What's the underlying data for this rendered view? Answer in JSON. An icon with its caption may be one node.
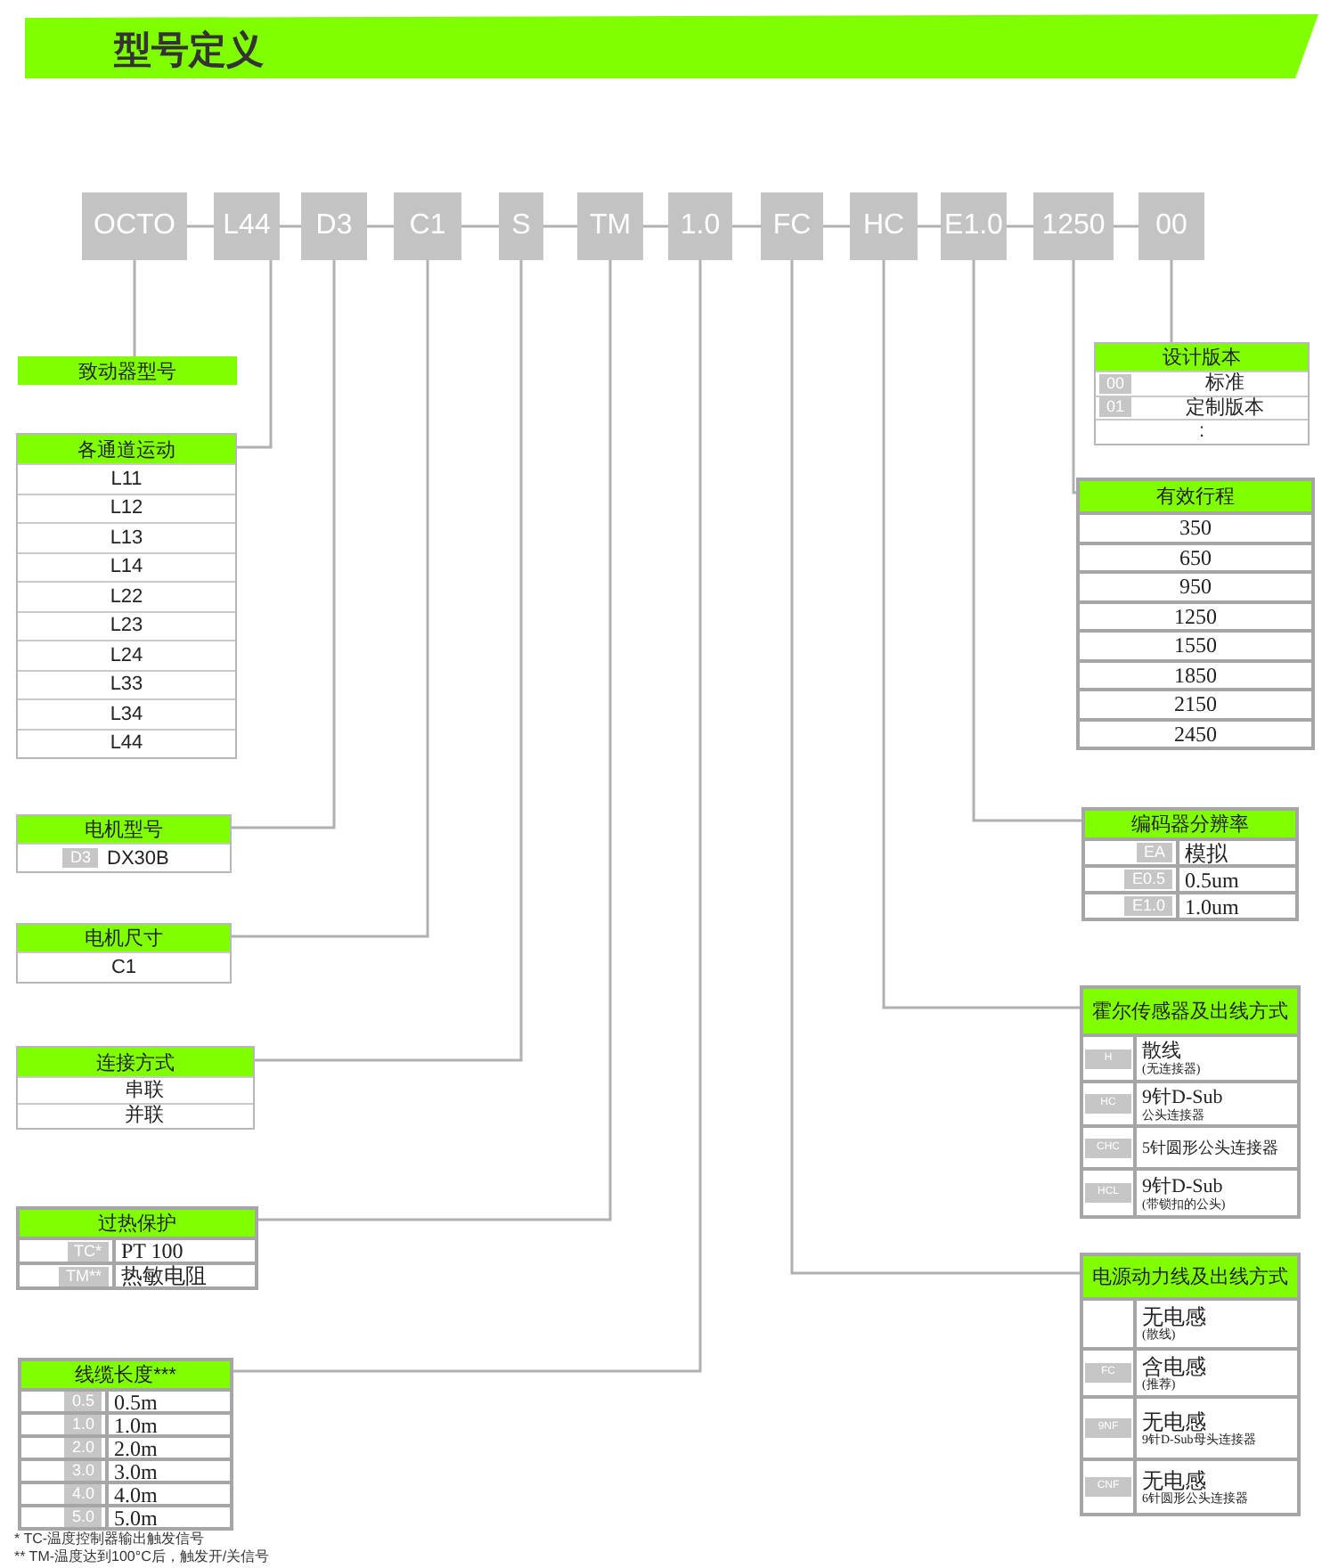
{
  "diagram": {
    "title": "型号定义",
    "nodes": [
      {
        "text": [
          "OCTO"
        ]
      },
      {
        "text": [
          "L44"
        ]
      },
      {
        "text": [
          "D3"
        ]
      },
      {
        "text": [
          "C1"
        ]
      },
      {
        "text": [
          "S"
        ]
      },
      {
        "text": [
          "TM"
        ]
      },
      {
        "text": [
          "1.0"
        ]
      },
      {
        "text": [
          "FC"
        ]
      },
      {
        "text": [
          "HC"
        ]
      },
      {
        "text": [
          "E1.0"
        ]
      },
      {
        "text": [
          "1250"
        ]
      },
      {
        "text": [
          "00"
        ]
      },
      {
        "text": [
          "致动器型号"
        ]
      },
      {
        "text": [
          "各通道运动",
          "L11",
          "L12",
          "L13",
          "L14",
          "L22",
          "L23",
          "L24",
          "L33",
          "L34",
          "L44"
        ]
      },
      {
        "text": [
          "电机型号",
          "D3",
          "DX30B"
        ]
      },
      {
        "text": [
          "电机尺寸",
          "C1"
        ]
      },
      {
        "text": [
          "连接方式",
          "串联",
          "并联"
        ]
      },
      {
        "text": [
          "过热保护",
          "TC*",
          "PT 100",
          "TM**",
          "热敏电阻"
        ]
      },
      {
        "text": [
          "线缆长度***",
          "0.5",
          "0.5m",
          "1.0",
          "1.0m",
          "2.0",
          "2.0m",
          "3.0",
          "3.0m",
          "4.0",
          "4.0m",
          "5.0",
          "5.0m"
        ]
      },
      {
        "text": [
          "设计版本",
          "00",
          "标准",
          "01",
          "定制版本",
          ":"
        ]
      },
      {
        "text": [
          "有效行程",
          "350",
          "650",
          "950",
          "1250",
          "1550",
          "1850",
          "2150",
          "2450"
        ]
      },
      {
        "text": [
          "编码器分辨率",
          "EA",
          "模拟",
          "E0.5",
          "0.5um",
          "E1.0",
          "1.0um"
        ]
      },
      {
        "text": [
          "霍尔传感器及出线方式",
          "H",
          "散线",
          "(无连接器)",
          "HC",
          "9针D-Sub",
          "公头连接器",
          "CHC",
          "5针圆形公头连接器",
          "HCL",
          "9针D-Sub",
          "(带锁扣的公头)"
        ]
      },
      {
        "text": [
          "电源动力线及出线方式",
          "无电感",
          "(散线)",
          "FC",
          "含电感",
          "(推荐)",
          "9NF",
          "无电感",
          "9针D-Sub母头连接器",
          "CNF",
          "无电感",
          "6针圆形公头连接器"
        ]
      }
    ],
    "edges": [
      {
        "from": 0,
        "to": 12,
        "arrow": "none"
      },
      {
        "from": 1,
        "to": 13,
        "arrow": "none"
      },
      {
        "from": 2,
        "to": 14,
        "arrow": "none"
      },
      {
        "from": 3,
        "to": 15,
        "arrow": "none"
      },
      {
        "from": 4,
        "to": 16,
        "arrow": "none"
      },
      {
        "from": 5,
        "to": 17,
        "arrow": "none"
      },
      {
        "from": 6,
        "to": 18,
        "arrow": "none"
      },
      {
        "from": 7,
        "to": 23,
        "arrow": "none"
      },
      {
        "from": 8,
        "to": 22,
        "arrow": "none"
      },
      {
        "from": 9,
        "to": 21,
        "arrow": "none"
      },
      {
        "from": 10,
        "to": 20,
        "arrow": "none"
      },
      {
        "from": 11,
        "to": 19,
        "arrow": "none"
      },
      {
        "from": 0,
        "to": 1,
        "arrow": "none"
      },
      {
        "from": 1,
        "to": 2,
        "arrow": "none"
      },
      {
        "from": 2,
        "to": 3,
        "arrow": "none"
      },
      {
        "from": 3,
        "to": 4,
        "arrow": "none"
      },
      {
        "from": 4,
        "to": 5,
        "arrow": "none"
      },
      {
        "from": 5,
        "to": 6,
        "arrow": "none"
      },
      {
        "from": 6,
        "to": 7,
        "arrow": "none"
      },
      {
        "from": 7,
        "to": 8,
        "arrow": "none"
      },
      {
        "from": 8,
        "to": 9,
        "arrow": "none"
      },
      {
        "from": 9,
        "to": 10,
        "arrow": "none"
      },
      {
        "from": 10,
        "to": 11,
        "arrow": "none"
      }
    ],
    "labels": [
      "* TC-温度控制器输出触发信号",
      "** TM-温度达到100°C后，触发开/关信号"
    ]
  }
}
